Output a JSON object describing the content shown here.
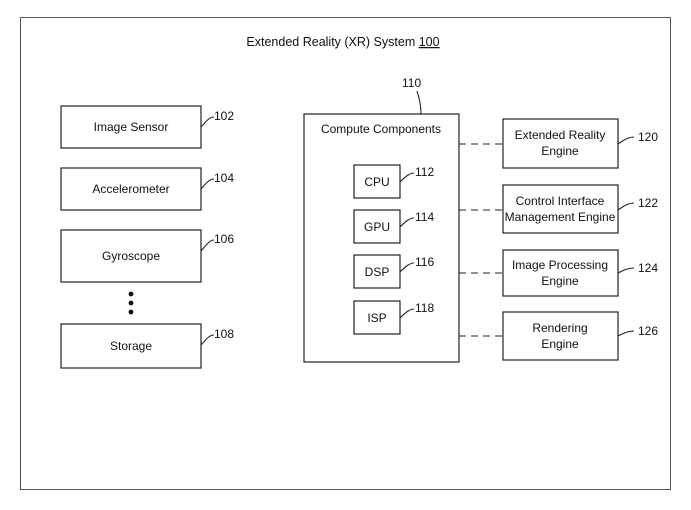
{
  "system": {
    "title_prefix": "Extended Reality (XR) System ",
    "title_ref": "100"
  },
  "sensors": [
    {
      "label": "Image Sensor",
      "ref": "102"
    },
    {
      "label": "Accelerometer",
      "ref": "104"
    },
    {
      "label": "Gyroscope",
      "ref": "106"
    },
    {
      "label": "Storage",
      "ref": "108"
    }
  ],
  "compute": {
    "label": "Compute Components",
    "ref": "110",
    "units": [
      {
        "label": "CPU",
        "ref": "112"
      },
      {
        "label": "GPU",
        "ref": "114"
      },
      {
        "label": "DSP",
        "ref": "116"
      },
      {
        "label": "ISP",
        "ref": "118"
      }
    ]
  },
  "engines": [
    {
      "line1": "Extended Reality",
      "line2": "Engine",
      "ref": "120"
    },
    {
      "line1": "Control Interface",
      "line2": "Management Engine",
      "ref": "122"
    },
    {
      "line1": "Image Processing",
      "line2": "Engine",
      "ref": "124"
    },
    {
      "line1": "Rendering",
      "line2": "Engine",
      "ref": "126"
    }
  ]
}
